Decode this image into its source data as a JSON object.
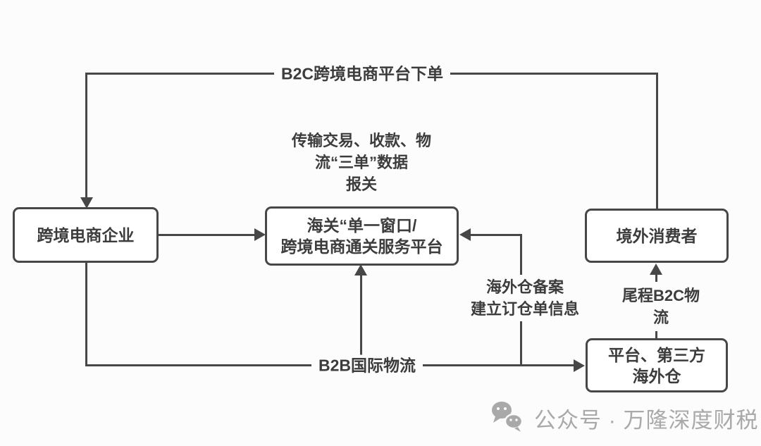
{
  "diagram": {
    "nodes": {
      "enterprise": "跨境电商企业",
      "customs": "海关“单一窗口/\n跨境电商通关服务平台",
      "consumer": "境外消费者",
      "warehouse": "平台、第三方\n海外仓"
    },
    "edges": {
      "top_order": "B2C跨境电商平台下单",
      "three_docs": "传输交易、收款、物\n流“三单”数据\n报关",
      "overseas_filing": "海外仓备案\n建立订仓单信息",
      "last_mile": "尾程B2C物流",
      "b2b": "B2B国际物流"
    },
    "colors": {
      "line": "#474747",
      "text": "#3c3c3c",
      "background": "#fcfcfc",
      "watermark": "#a9a9a9"
    }
  },
  "watermark": {
    "text": "公众号 · 万隆深度财税"
  }
}
